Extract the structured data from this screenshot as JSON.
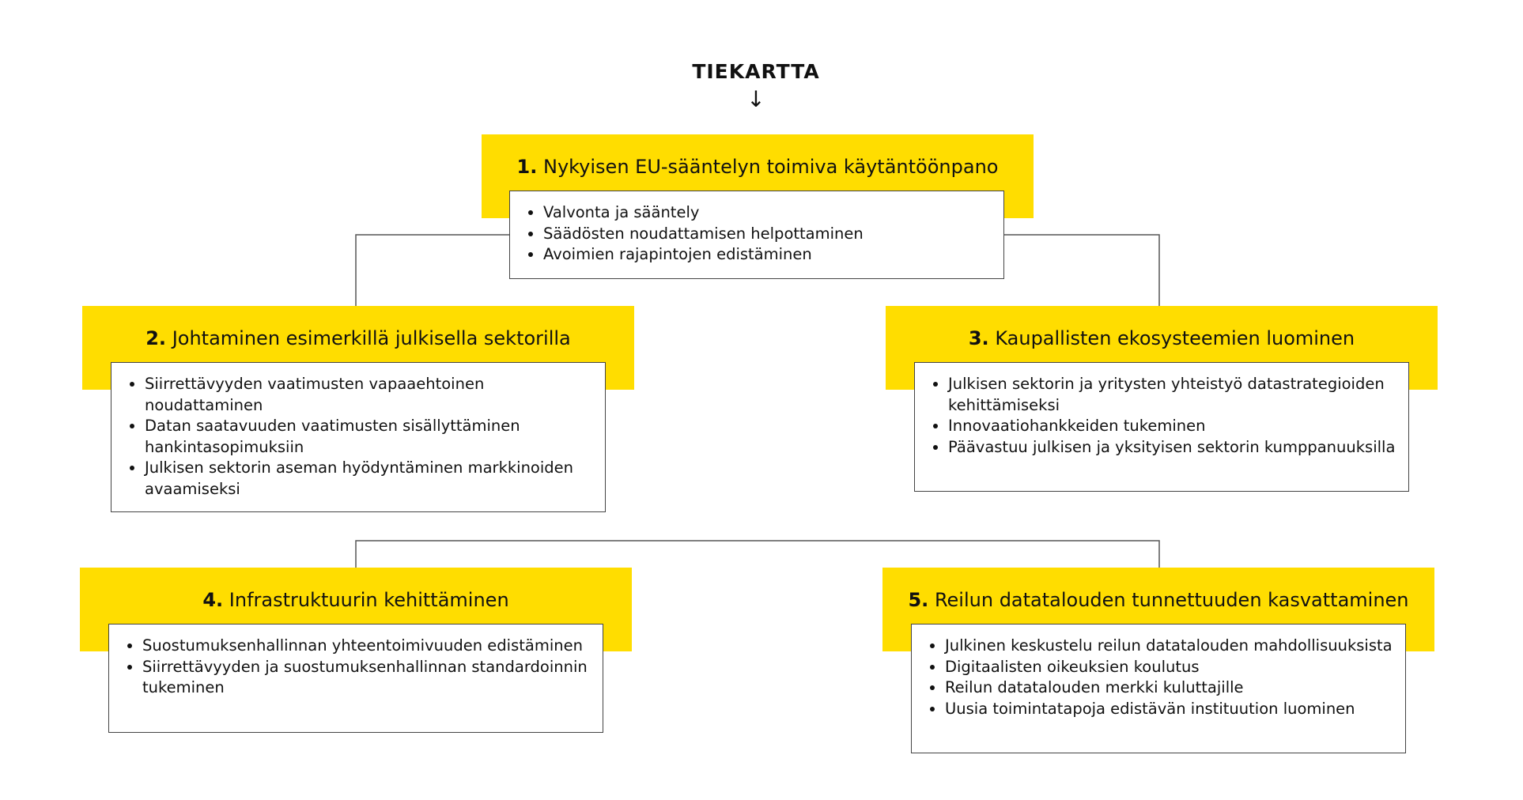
{
  "title": "TIEKARTTA",
  "arrow": "↓",
  "steps": [
    {
      "number": "1.",
      "title": "Nykyisen EU-sääntelyn toimiva käytäntöönpano",
      "items": [
        "Valvonta ja sääntely",
        "Säädösten noudattamisen helpottaminen",
        "Avoimien rajapintojen edistäminen"
      ]
    },
    {
      "number": "2.",
      "title": "Johtaminen esimerkillä julkisella sektorilla",
      "items": [
        "Siirrettävyyden vaatimusten vapaaehtoinen noudattaminen",
        "Datan saatavuuden vaatimusten sisällyttäminen hankintasopimuksiin",
        "Julkisen sektorin aseman hyödyntäminen markkinoiden avaamiseksi"
      ]
    },
    {
      "number": "3.",
      "title": "Kaupallisten ekosysteemien luominen",
      "items": [
        "Julkisen sektorin ja yritysten yhteistyö datastrategioiden kehittämiseksi",
        "Innovaatiohankkeiden tukeminen",
        "Päävastuu julkisen ja yksityisen sektorin kumppanuuksilla"
      ]
    },
    {
      "number": "4.",
      "title": "Infrastruktuurin kehittäminen",
      "items": [
        "Suostumuksenhallinnan yhteentoimivuuden edistäminen",
        "Siirrettävyyden ja suostumuksenhallinnan standardoinnin tukeminen"
      ]
    },
    {
      "number": "5.",
      "title": "Reilun datatalouden tunnettuuden kasvattaminen",
      "items": [
        "Julkinen keskustelu reilun datatalouden mahdollisuuksista",
        "Digitaalisten oikeuksien koulutus",
        "Reilun datatalouden merkki kuluttajille",
        "Uusia toimintatapoja edistävän instituution luominen"
      ]
    }
  ],
  "colors": {
    "accent": "#ffdd00",
    "border": "#444444",
    "connector": "#555555"
  }
}
